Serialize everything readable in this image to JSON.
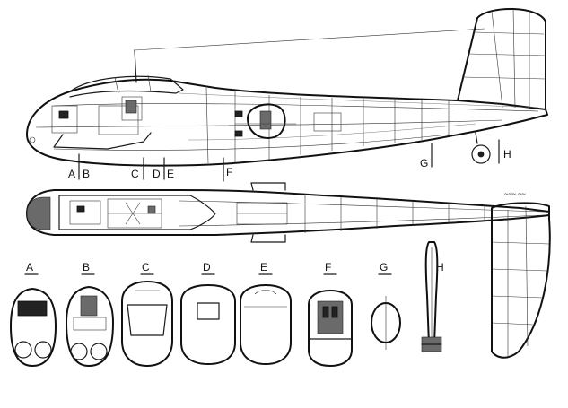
{
  "colors": {
    "line": "#1a1a1a",
    "background": "#ffffff",
    "fill_dark": "#222222"
  },
  "side_view": {
    "station_labels": [
      "A",
      "B",
      "C",
      "D",
      "E",
      "F",
      "G",
      "H"
    ]
  },
  "cross_sections": {
    "labels": [
      "A",
      "B",
      "C",
      "D",
      "E",
      "F",
      "G",
      "H"
    ]
  }
}
